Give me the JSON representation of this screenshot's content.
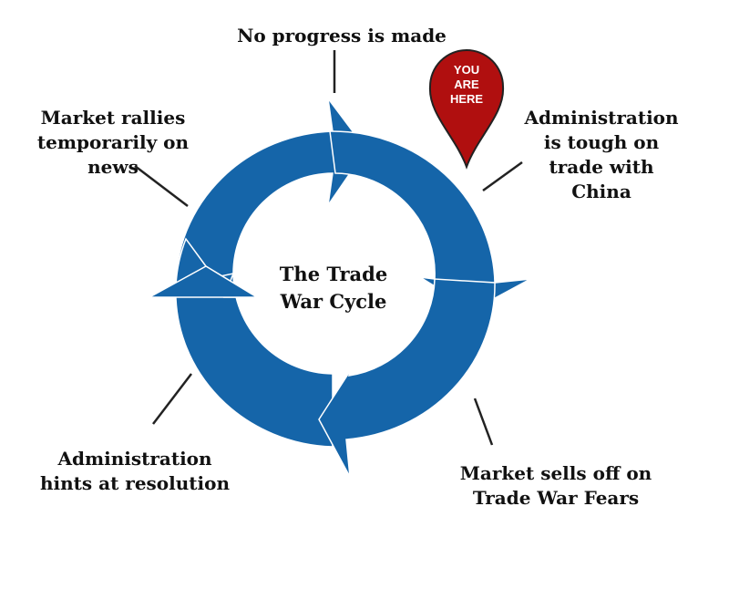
{
  "title": "The Trade\nWar Cycle",
  "steps": [
    "No progress is made",
    "Administration\nis tough on\ntrade with\nChina",
    "Market sells off on\nTrade War Fears",
    "Administration\nhints at resolution",
    "Market  rallies\ntemporarily on\nnews"
  ],
  "marker": {
    "line1": "YOU",
    "line2": "ARE",
    "line3": "HERE"
  },
  "colors": {
    "ring": "#1565a9",
    "ring_edge": "#ffffff",
    "marker": "#b00f0f",
    "text": "#111111",
    "connector": "#222222"
  },
  "icons": {
    "marker": "map-pin-icon"
  }
}
